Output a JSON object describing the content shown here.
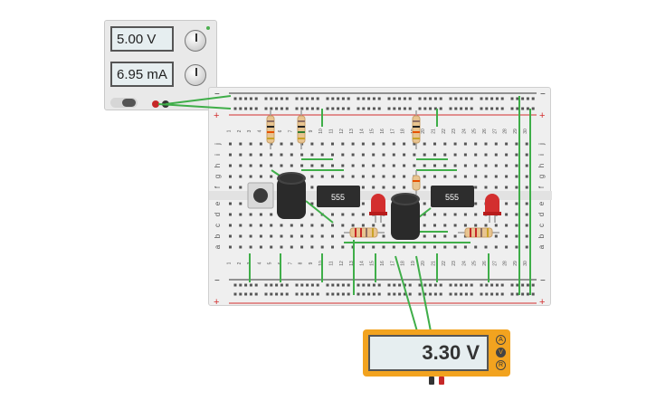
{
  "power_supply": {
    "voltage_display": "5.00 V",
    "current_display": "6.95 mA"
  },
  "breadboard": {
    "column_numbers": [
      "1",
      "2",
      "3",
      "4",
      "5",
      "6",
      "7",
      "8",
      "9",
      "10",
      "11",
      "12",
      "13",
      "14",
      "15",
      "16",
      "17",
      "18",
      "19",
      "20",
      "21",
      "22",
      "23",
      "24",
      "25",
      "26",
      "27",
      "28",
      "29",
      "30"
    ],
    "top_row_letters": [
      "j",
      "i",
      "h",
      "g",
      "f"
    ],
    "bottom_row_letters": [
      "e",
      "d",
      "c",
      "b",
      "a"
    ],
    "rail_minus": "−",
    "rail_plus": "+",
    "chip_label_1": "555",
    "chip_label_2": "555"
  },
  "multimeter": {
    "display": "3.30 V",
    "modes": [
      "A",
      "V",
      "R"
    ],
    "active_mode": "V"
  },
  "colors": {
    "wire": "#3fae49",
    "meter_body": "#f2a31f",
    "led": "#d32f2f",
    "rail_plus": "#d32f2f",
    "rail_minus": "#333333"
  }
}
